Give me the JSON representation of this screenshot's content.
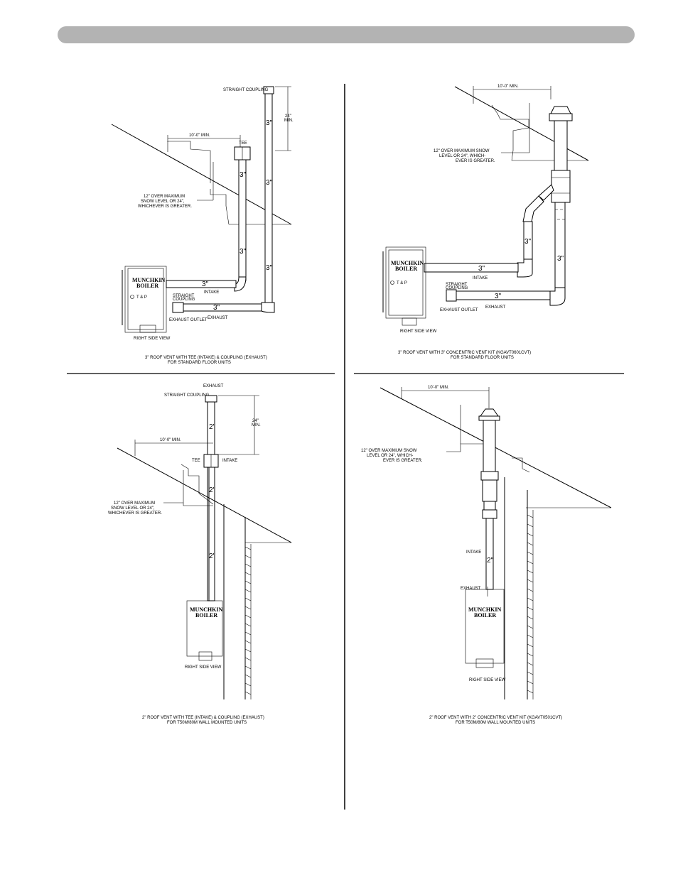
{
  "colors": {
    "header_bar": "#b3b3b3",
    "line": "#000000"
  },
  "panels": {
    "tl": {
      "straight_coupling": "STRAIGHT COUPLING",
      "min24": [
        "24\"",
        "MIN."
      ],
      "tee": "TEE",
      "ten_min": "10'-0\" MIN.",
      "snow": [
        "12\" OVER MAXIMUM",
        "SNOW LEVEL OR 24\",",
        "WHICHEVER IS GREATER."
      ],
      "pipe_3a": "3\"",
      "pipe_3b": "3\"",
      "pipe_3c": "3\"",
      "pipe_3d": "3\"",
      "pipe_3e": "3\"",
      "pipe_3f": "3\"",
      "pipe_3g": "3\"",
      "intake": "INTAKE",
      "exhaust": "EXHAUST",
      "straight_small": [
        "STRAIGHT",
        "COUPLING"
      ],
      "exhaust_outlet": "EXHAUST OUTLET",
      "brand": [
        "MUNCHKIN",
        "BOILER"
      ],
      "tp": "T & P",
      "side_view": "RIGHT SIDE VIEW",
      "caption": [
        "3\" ROOF VENT WITH TEE (INTAKE) & COUPLING (EXHAUST)",
        "FOR STANDARD FLOOR UNITS"
      ]
    },
    "tr": {
      "ten_min": "10'-0\" MIN.",
      "snow": [
        "12\" OVER MAXIMUM SNOW",
        "LEVEL OR 24\", WHICH-",
        "EVER IS GREATER."
      ],
      "pipe_3a": "3\"",
      "pipe_3b": "3\"",
      "pipe_3c": "3\"",
      "pipe_3d": "3\"",
      "intake": "INTAKE",
      "exhaust": "EXHAUST",
      "straight_small": [
        "STRAIGHT",
        "COUPLING"
      ],
      "exhaust_outlet": "EXHAUST OUTLET",
      "brand": [
        "MUNCHKIN",
        "BOILER"
      ],
      "tp": "T & P",
      "side_view": "RIGHT SIDE VIEW",
      "caption": [
        "3\" ROOF VENT WITH 3\" CONCENTRIC VENT KIT (KGAVT0601CVT)",
        "FOR STANDARD FLOOR UNITS"
      ]
    },
    "bl": {
      "exhaust": "EXHAUST",
      "straight_coupling": "STRAIGHT COUPLING",
      "min24": [
        "24\"",
        "MIN."
      ],
      "ten_min": "10'-0\" MIN.",
      "tee": "TEE",
      "intake": "INTAKE",
      "snow": [
        "12\" OVER MAXIMUM",
        "SNOW LEVEL OR 24\",",
        "WHICHEVER IS GREATER."
      ],
      "pipe_2a": "2\"",
      "pipe_2b": "2\"",
      "pipe_2c": "2\"",
      "brand": [
        "MUNCHKIN",
        "BOILER"
      ],
      "side_view": "RIGHT SIDE VIEW",
      "caption": [
        "2\" ROOF VENT WITH TEE (INTAKE) & COUPLING (EXHAUST)",
        "FOR T50M/80M WALL MOUNTED UNITS"
      ]
    },
    "br": {
      "ten_min": "10'-0\" MIN.",
      "snow": [
        "12\" OVER MAXIMUM SNOW",
        "LEVEL OR 24\", WHICH-",
        "EVER IS GREATER."
      ],
      "intake": "INTAKE",
      "pipe_2": "2\"",
      "exhaust": "EXHAUST",
      "brand": [
        "MUNCHKIN",
        "BOILER"
      ],
      "side_view": "RIGHT SIDE VIEW",
      "caption": [
        "2\" ROOF VENT WITH 2\" CONCENTRIC VENT KIT (KGAVT0501CVT)",
        "FOR T50M/80M WALL MOUNTED UNITS"
      ]
    }
  }
}
